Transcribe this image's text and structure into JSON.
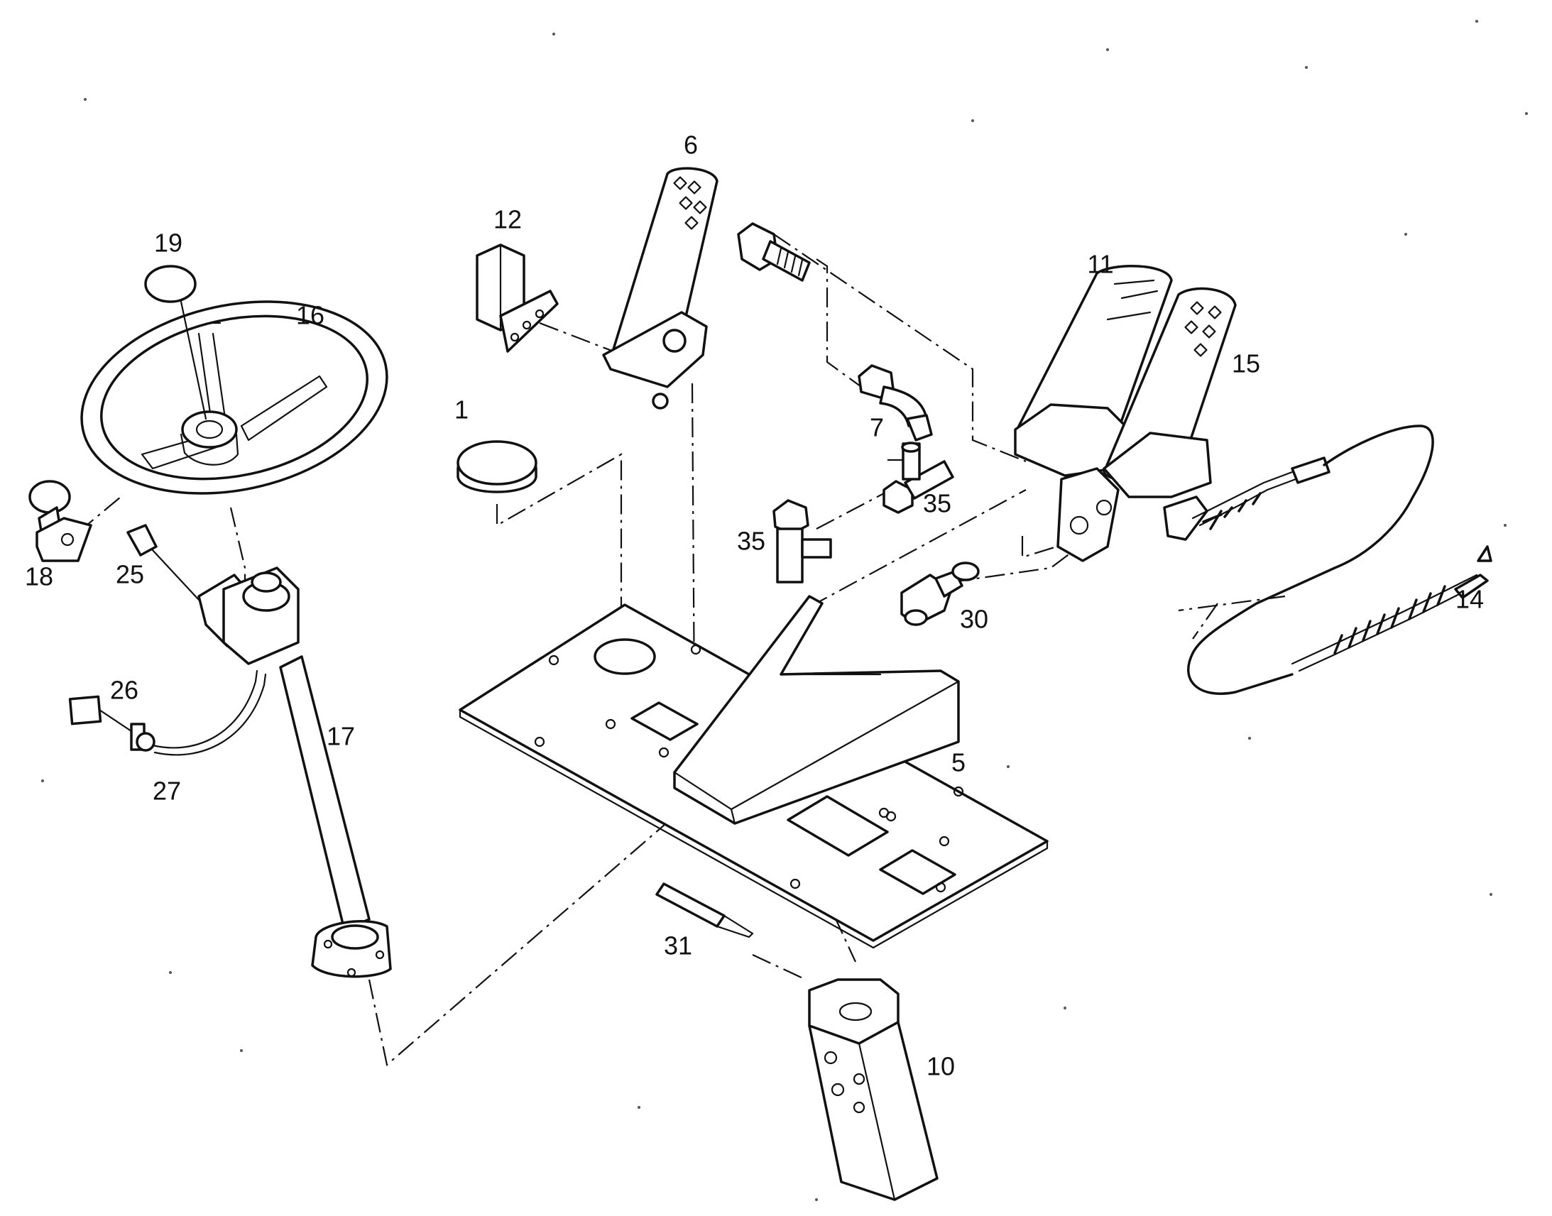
{
  "diagram": {
    "type": "exploded-parts-diagram",
    "callouts": [
      "1",
      "5",
      "6",
      "7",
      "10",
      "11",
      "12",
      "14",
      "15",
      "16",
      "17",
      "18",
      "19",
      "25",
      "26",
      "27",
      "30",
      "31",
      "35",
      "35"
    ]
  }
}
